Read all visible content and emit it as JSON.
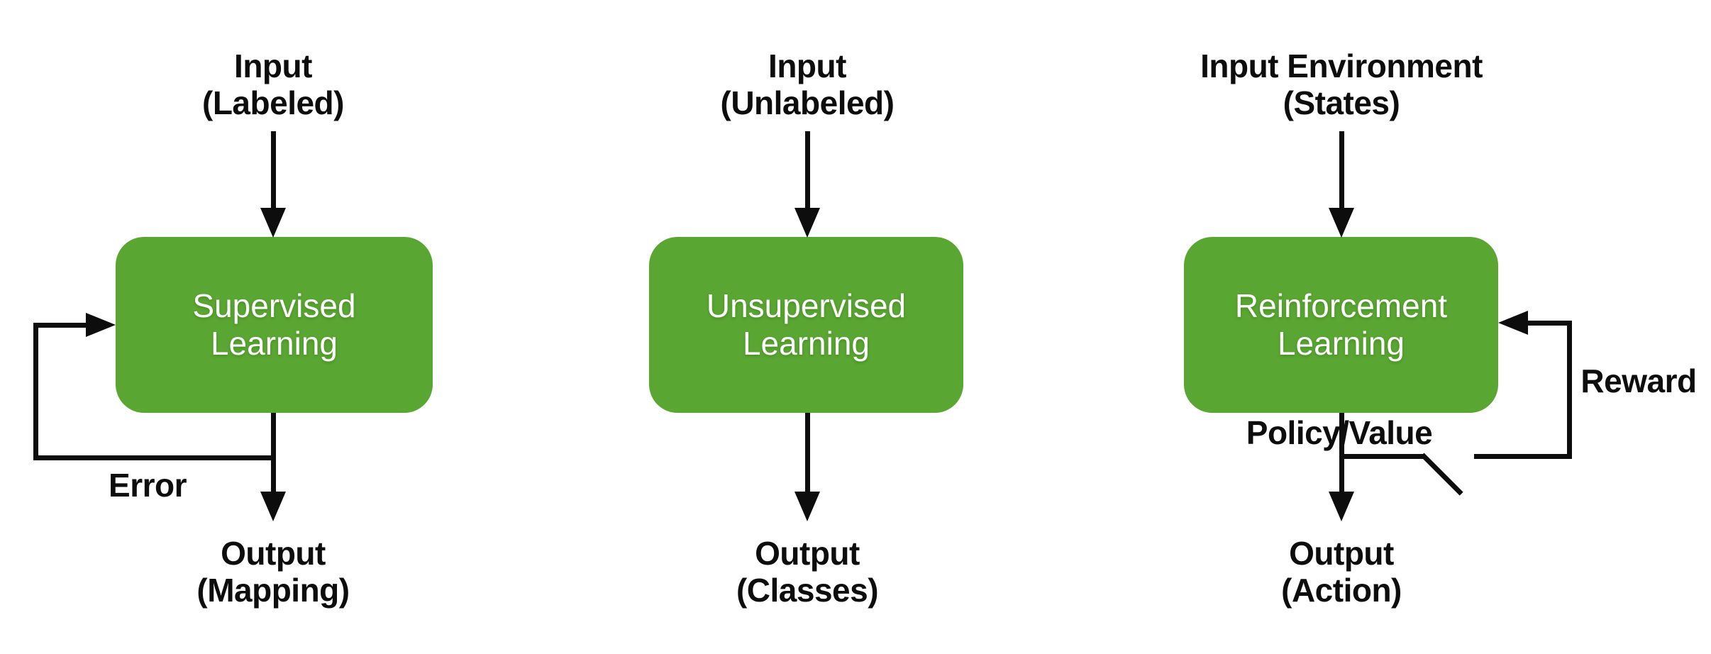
{
  "colors": {
    "background": "#ffffff",
    "box_green": "#5aa632",
    "line_black": "#0d0d0d",
    "box_text": "#ffffff"
  },
  "columns": [
    {
      "id": "supervised",
      "input_line1": "Input",
      "input_line2": "(Labeled)",
      "box_line1": "Supervised",
      "box_line2": "Learning",
      "output_line1": "Output",
      "output_line2": "(Mapping)",
      "feedback_label": "Error"
    },
    {
      "id": "unsupervised",
      "input_line1": "Input",
      "input_line2": "(Unlabeled)",
      "box_line1": "Unsupervised",
      "box_line2": "Learning",
      "output_line1": "Output",
      "output_line2": "(Classes)"
    },
    {
      "id": "reinforcement",
      "input_line1": "Input Environment",
      "input_line2": "(States)",
      "box_line1": "Reinforcement",
      "box_line2": "Learning",
      "output_line1": "Output",
      "output_line2": "(Action)",
      "feedback_label": "Reward",
      "branch_label": "Policy/Value"
    }
  ]
}
